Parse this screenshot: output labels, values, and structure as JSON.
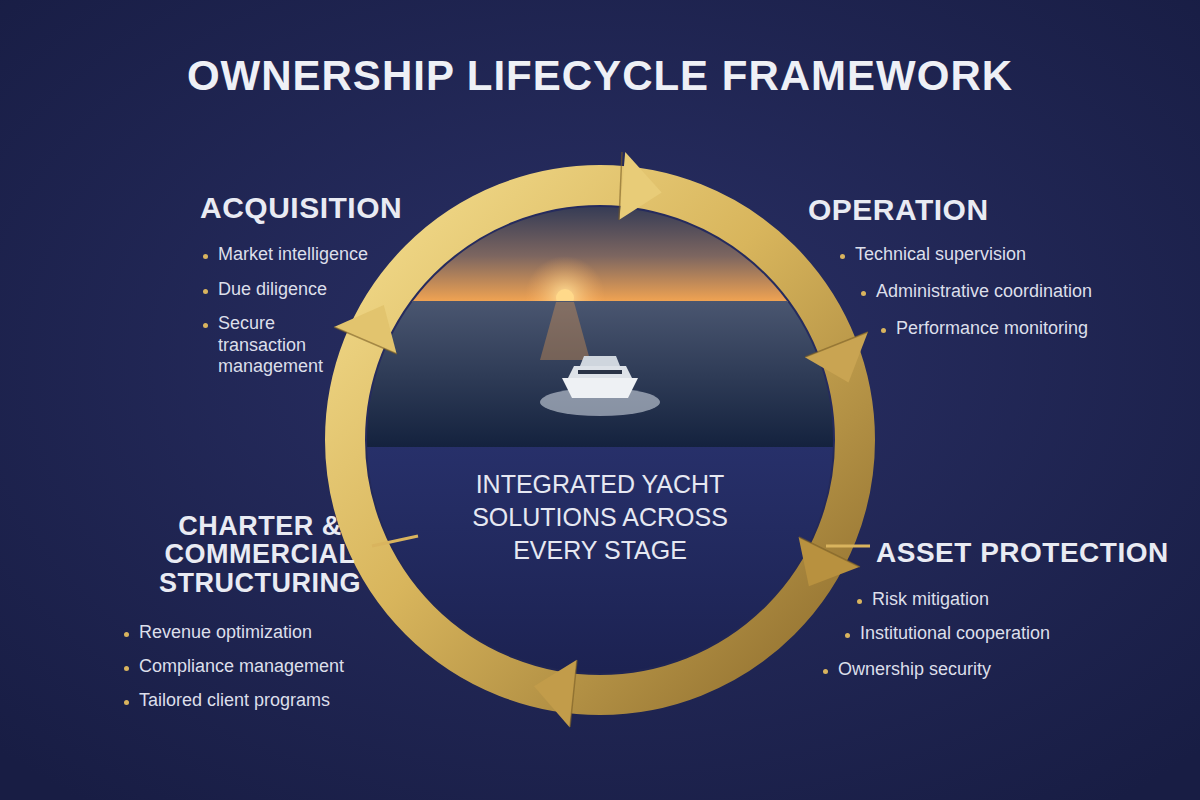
{
  "diagram": {
    "title": "OWNERSHIP LIFECYCLE FRAMEWORK",
    "nodes": [
      {
        "text": [
          "INTEGRATED YACHT SOLUTIONS ACROSS EVERY STAGE"
        ]
      }
    ],
    "labels": [
      "ACQUISITION",
      "Market intelligence",
      "Due diligence",
      "Secure transaction management",
      "OPERATION",
      "Technical supervision",
      "Administrative coordination",
      "Performance monitoring",
      "CHARTER & COMMERCIAL STRUCTURING",
      "Revenue optimization",
      "Compliance management",
      "Tailored client programs",
      "ASSET PROTECTION",
      "Risk mitigation",
      "Institutional cooperation",
      "Ownership security"
    ]
  }
}
